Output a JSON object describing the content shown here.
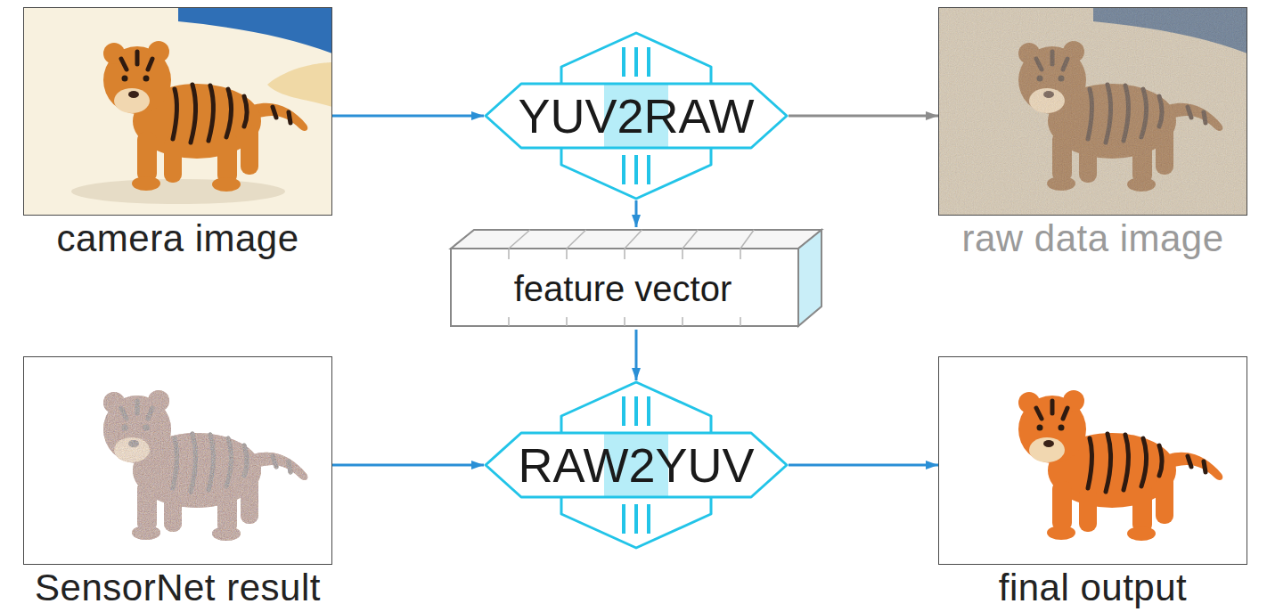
{
  "diagram": {
    "nodes": [
      {
        "text": [
          "camera image"
        ]
      },
      {
        "text": [
          "YUV2RAW"
        ]
      },
      {
        "text": [
          "raw data image"
        ]
      },
      {
        "text": [
          "feature vector"
        ]
      },
      {
        "text": [
          "SensorNet result"
        ]
      },
      {
        "text": [
          "RAW2YUV"
        ]
      },
      {
        "text": [
          "final output"
        ]
      }
    ],
    "edges": [
      {
        "from": 0,
        "to": 1,
        "arrow": "to"
      },
      {
        "from": 1,
        "to": 2,
        "arrow": "to"
      },
      {
        "from": 1,
        "to": 3,
        "arrow": "to"
      },
      {
        "from": 3,
        "to": 5,
        "arrow": "to"
      },
      {
        "from": 4,
        "to": 5,
        "arrow": "to"
      },
      {
        "from": 5,
        "to": 6,
        "arrow": "to"
      }
    ]
  }
}
